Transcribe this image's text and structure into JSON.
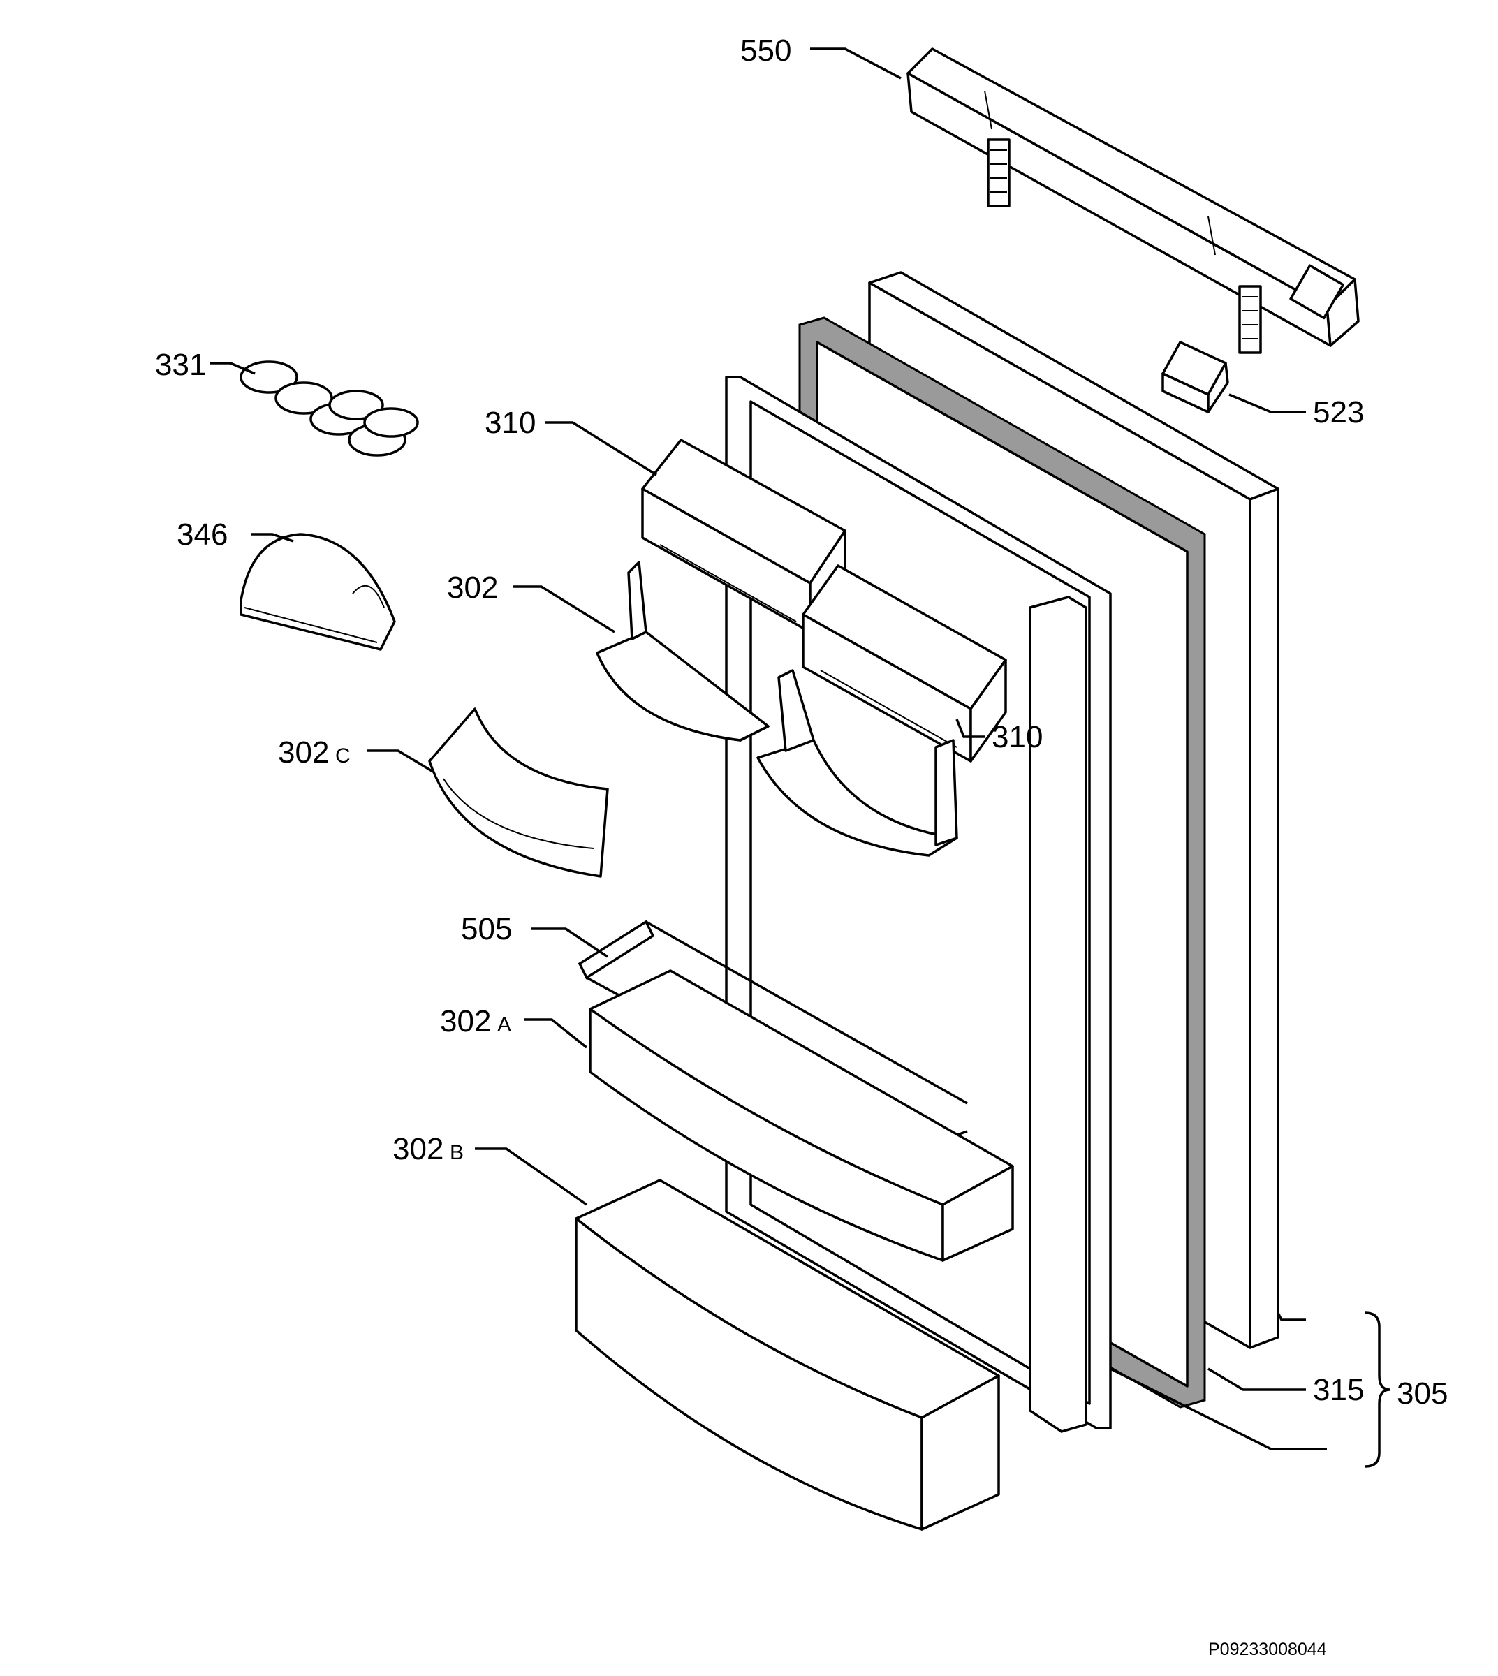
{
  "labels": {
    "p550": "550",
    "p523": "523",
    "p331": "331",
    "p310a": "310",
    "p346": "346",
    "p302": "302",
    "p310b": "310",
    "p302c_num": "302",
    "p302c_suffix": "C",
    "p505": "505",
    "p302a_num": "302",
    "p302a_suffix": "A",
    "p302b_num": "302",
    "p302b_suffix": "B",
    "p315": "315",
    "p305": "305"
  },
  "drawing_code": "P09233008044"
}
